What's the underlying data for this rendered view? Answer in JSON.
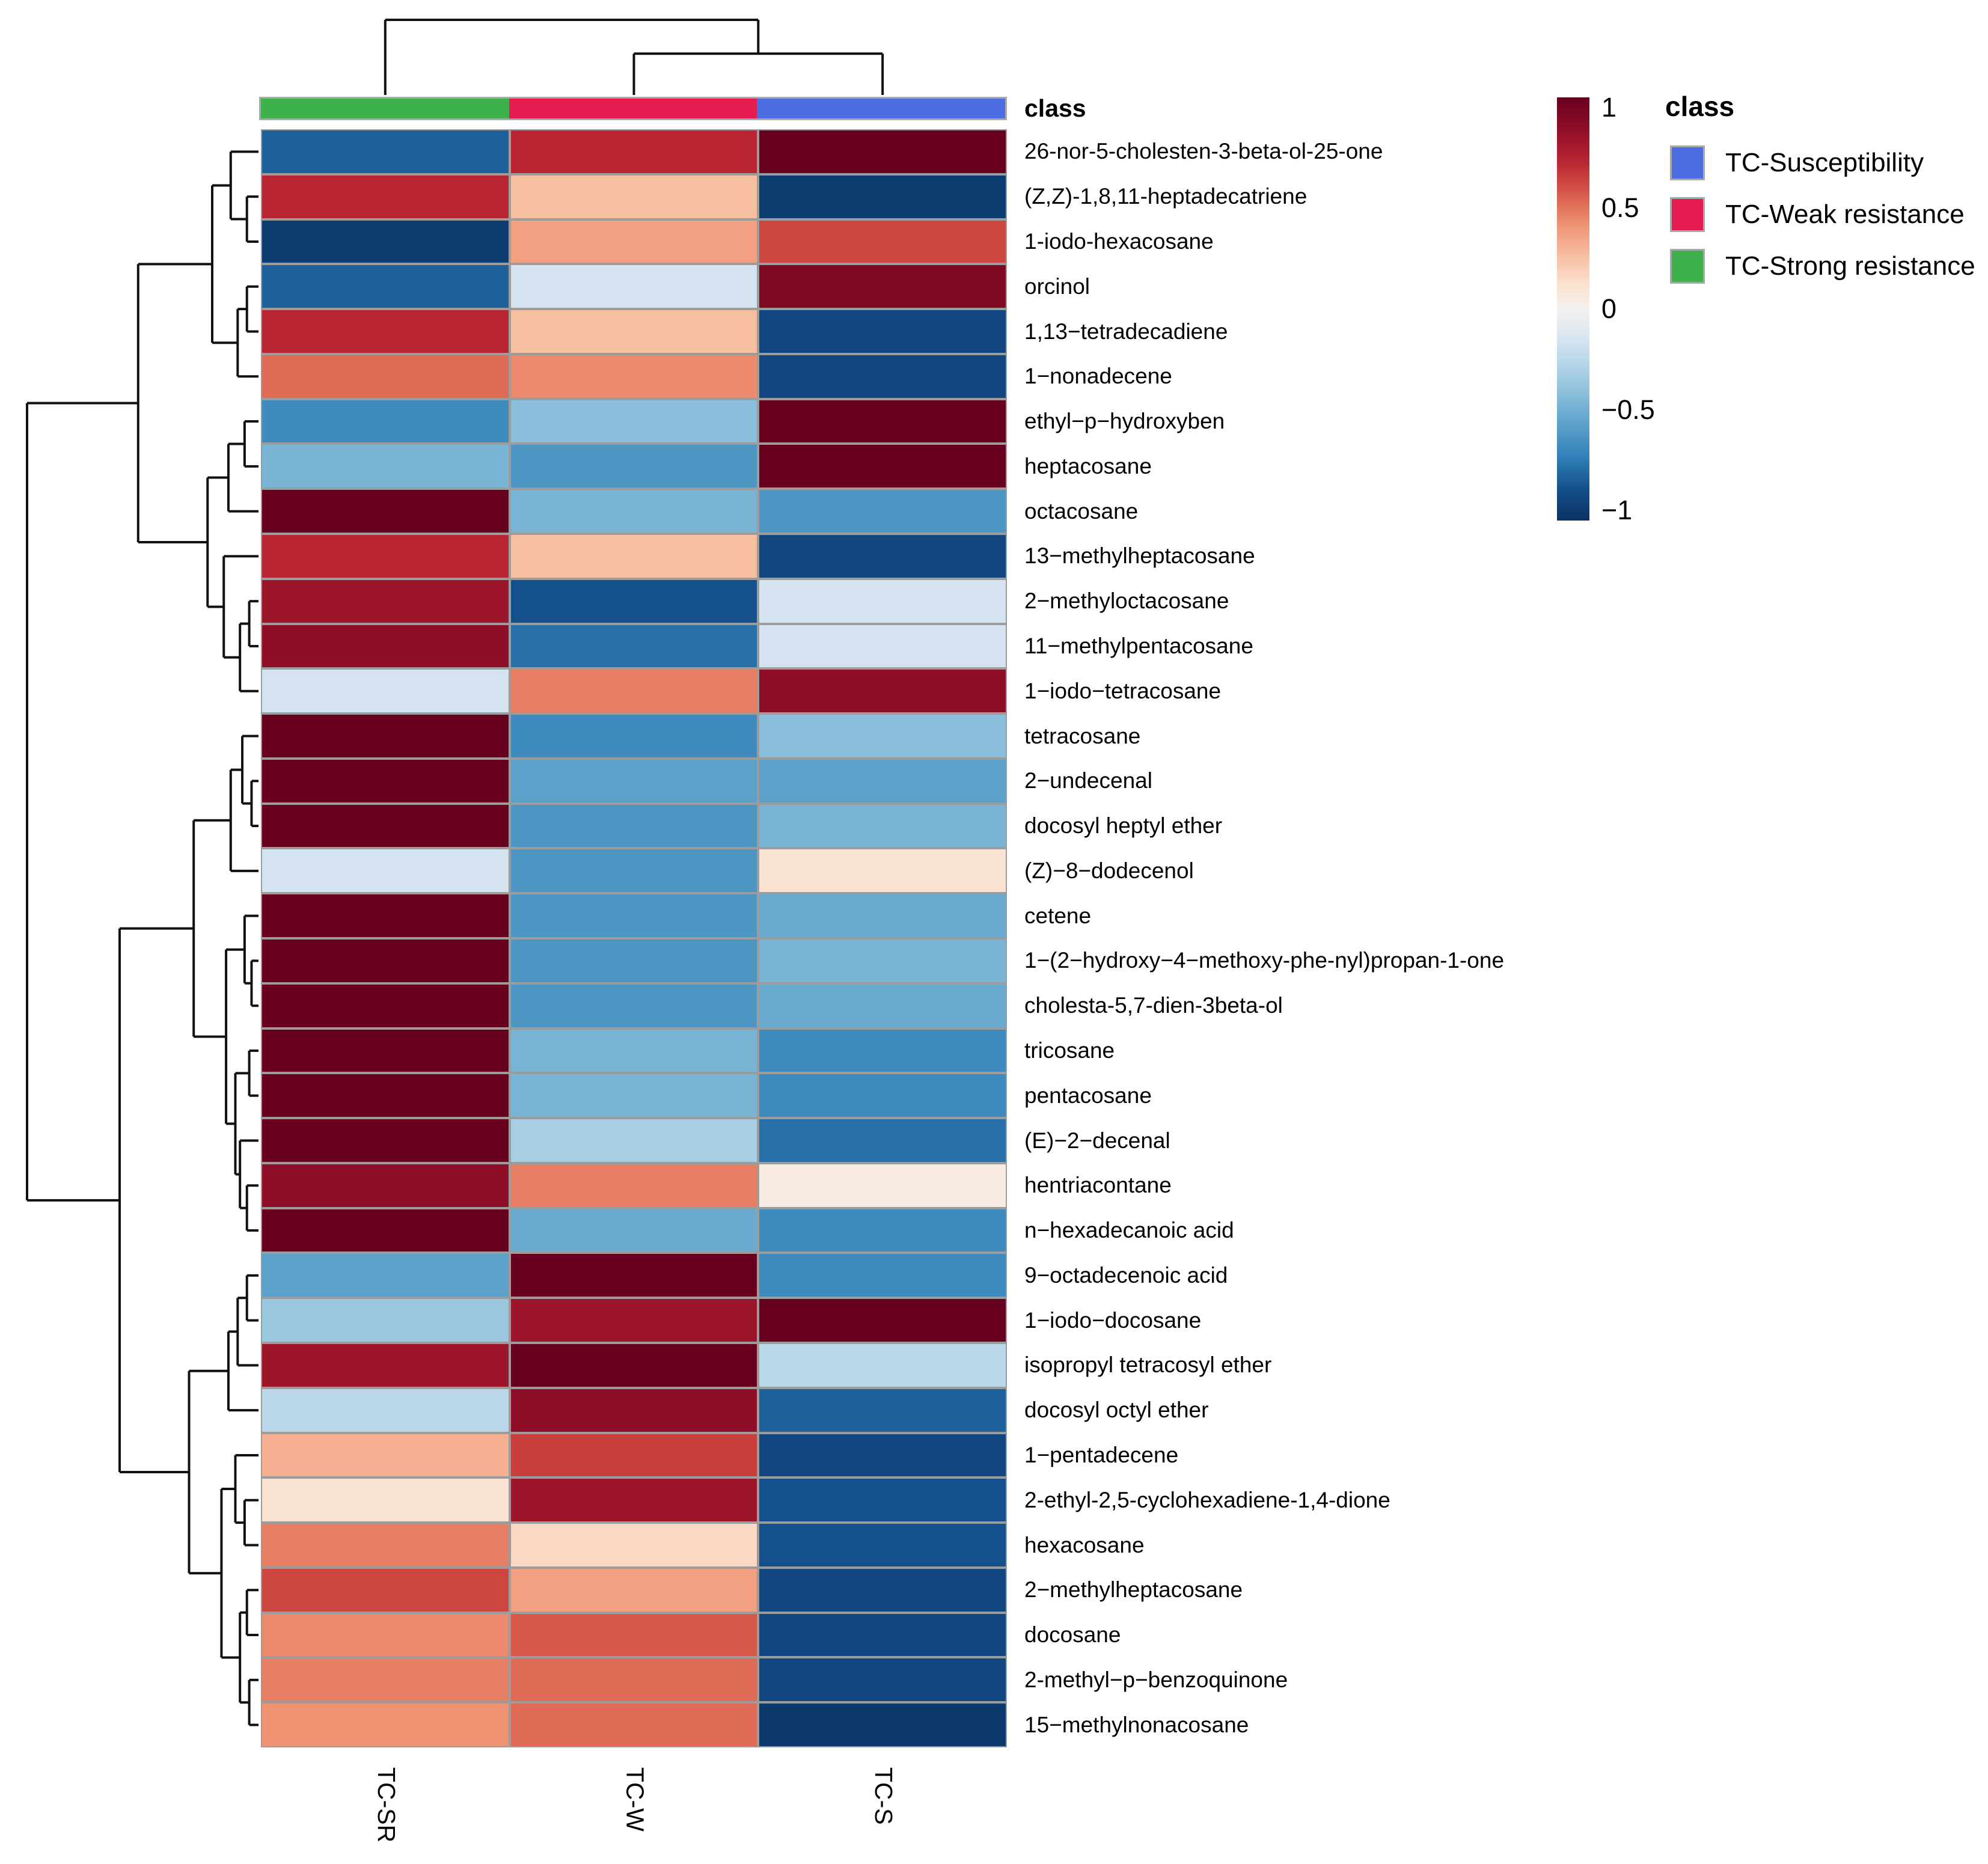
{
  "figure": {
    "kind": "clustered heatmap (pheatmap style)",
    "annotation_title": "class",
    "legend_class_title": "class"
  },
  "chart_data": {
    "type": "heatmap",
    "columns": [
      "TC-SR",
      "TC-W",
      "TC-S"
    ],
    "rows": [
      "26-nor-5-cholesten-3-beta-ol-25-one",
      "(Z,Z)-1,8,11-heptadecatriene",
      "1-iodo-hexacosane",
      "orcinol",
      "1,13−tetradecadiene",
      "1−nonadecene",
      "ethyl−p−hydroxyben",
      "heptacosane",
      "octacosane",
      "13−methylheptacosane",
      "2−methyloctacosane",
      "11−methylpentacosane",
      "1−iodo−tetracosane",
      "tetracosane",
      "2−undecenal",
      "docosyl heptyl ether",
      "(Z)−8−dodecenol",
      "cetene",
      "1−(2−hydroxy−4−methoxy-phe-nyl)propan-1-one",
      "cholesta-5,7-dien-3beta-ol",
      "tricosane",
      "pentacosane",
      "(E)−2−decenal",
      "hentriacontane",
      "n−hexadecanoic acid",
      "9−octadecenoic acid",
      "1−iodo−docosane",
      "isopropyl tetracosyl ether",
      "docosyl octyl ether",
      "1−pentadecene",
      "2-ethyl-2,5-cyclohexadiene-1,4-dione",
      "hexacosane",
      "2−methylheptacosane",
      "docosane",
      "2-methyl−p−benzoquinone",
      "15−methylnonacosane"
    ],
    "values": [
      [
        -0.8,
        0.7,
        1.0
      ],
      [
        0.7,
        0.25,
        -0.95
      ],
      [
        -0.95,
        0.35,
        0.6
      ],
      [
        -0.8,
        -0.15,
        0.9
      ],
      [
        0.7,
        0.25,
        -0.9
      ],
      [
        0.5,
        0.42,
        -0.9
      ],
      [
        -0.65,
        -0.4,
        1.0
      ],
      [
        -0.45,
        -0.6,
        1.0
      ],
      [
        1.0,
        -0.45,
        -0.6
      ],
      [
        0.7,
        0.25,
        -0.9
      ],
      [
        0.8,
        -0.85,
        -0.15
      ],
      [
        0.85,
        -0.75,
        -0.15
      ],
      [
        -0.15,
        0.45,
        0.85
      ],
      [
        1.0,
        -0.65,
        -0.4
      ],
      [
        1.0,
        -0.55,
        -0.55
      ],
      [
        1.0,
        -0.6,
        -0.45
      ],
      [
        -0.15,
        -0.6,
        0.1
      ],
      [
        1.0,
        -0.6,
        -0.5
      ],
      [
        1.0,
        -0.6,
        -0.45
      ],
      [
        1.0,
        -0.6,
        -0.5
      ],
      [
        1.0,
        -0.45,
        -0.65
      ],
      [
        1.0,
        -0.45,
        -0.65
      ],
      [
        1.0,
        -0.3,
        -0.75
      ],
      [
        0.85,
        0.45,
        0.05
      ],
      [
        1.0,
        -0.5,
        -0.65
      ],
      [
        -0.55,
        1.0,
        -0.65
      ],
      [
        -0.35,
        0.8,
        1.0
      ],
      [
        0.8,
        1.0,
        -0.25
      ],
      [
        -0.25,
        0.85,
        -0.8
      ],
      [
        0.3,
        0.62,
        -0.9
      ],
      [
        0.1,
        0.8,
        -0.85
      ],
      [
        0.45,
        0.15,
        -0.85
      ],
      [
        0.6,
        0.35,
        -0.9
      ],
      [
        0.42,
        0.55,
        -0.9
      ],
      [
        0.45,
        0.5,
        -0.9
      ],
      [
        0.4,
        0.5,
        -0.97
      ]
    ],
    "value_range": [
      -1,
      1
    ],
    "colormap_stops": [
      [
        1.0,
        "#67001f"
      ],
      [
        0.85,
        "#8f0e27"
      ],
      [
        0.7,
        "#b82431"
      ],
      [
        0.55,
        "#d55848"
      ],
      [
        0.4,
        "#ee9272"
      ],
      [
        0.25,
        "#f7bfa1"
      ],
      [
        0.12,
        "#fbe0cd"
      ],
      [
        0.0,
        "#f5f1ee"
      ],
      [
        -0.12,
        "#dce7f1"
      ],
      [
        -0.25,
        "#b9d7e9"
      ],
      [
        -0.4,
        "#8abedb"
      ],
      [
        -0.55,
        "#5ba1ca"
      ],
      [
        -0.7,
        "#3180b9"
      ],
      [
        -0.85,
        "#14508c"
      ],
      [
        -1.0,
        "#0a3264"
      ]
    ],
    "column_classes": [
      {
        "column": "TC-SR",
        "class": "TC-Strong resistance",
        "color": "#3cb14c"
      },
      {
        "column": "TC-W",
        "class": "TC-Weak resistance",
        "color": "#e61c51"
      },
      {
        "column": "TC-S",
        "class": "TC-Susceptibility",
        "color": "#4d6de3"
      }
    ],
    "colorbar_ticks": [
      "1",
      "0.5",
      "0",
      "−0.5",
      "−1"
    ],
    "colorbar_tick_values": [
      1,
      0.5,
      0,
      -0.5,
      -1
    ],
    "legend_position": "right",
    "row_dendrogram": {
      "d": 1.0,
      "children": [
        {
          "d": 0.52,
          "children": [
            {
              "d": 0.2,
              "children": [
                {
                  "d": 0.12,
                  "children": [
                    {
                      "leaf": 0
                    },
                    {
                      "d": 0.05,
                      "children": [
                        {
                          "leaf": 1
                        },
                        {
                          "leaf": 2
                        }
                      ]
                    }
                  ]
                },
                {
                  "d": 0.09,
                  "children": [
                    {
                      "d": 0.05,
                      "children": [
                        {
                          "leaf": 3
                        },
                        {
                          "leaf": 4
                        }
                      ]
                    },
                    {
                      "leaf": 5
                    }
                  ]
                }
              ]
            },
            {
              "d": 0.22,
              "children": [
                {
                  "d": 0.13,
                  "children": [
                    {
                      "d": 0.06,
                      "children": [
                        {
                          "leaf": 6
                        },
                        {
                          "leaf": 7
                        }
                      ]
                    },
                    {
                      "leaf": 8
                    }
                  ]
                },
                {
                  "d": 0.15,
                  "children": [
                    {
                      "leaf": 9
                    },
                    {
                      "d": 0.08,
                      "children": [
                        {
                          "d": 0.04,
                          "children": [
                            {
                              "leaf": 10
                            },
                            {
                              "leaf": 11
                            }
                          ]
                        },
                        {
                          "leaf": 12
                        }
                      ]
                    }
                  ]
                }
              ]
            }
          ]
        },
        {
          "d": 0.6,
          "children": [
            {
              "d": 0.28,
              "children": [
                {
                  "d": 0.12,
                  "children": [
                    {
                      "d": 0.07,
                      "children": [
                        {
                          "leaf": 13
                        },
                        {
                          "d": 0.03,
                          "children": [
                            {
                              "leaf": 14
                            },
                            {
                              "leaf": 15
                            }
                          ]
                        }
                      ]
                    },
                    {
                      "leaf": 16
                    }
                  ]
                },
                {
                  "d": 0.14,
                  "children": [
                    {
                      "d": 0.06,
                      "children": [
                        {
                          "leaf": 17
                        },
                        {
                          "d": 0.03,
                          "children": [
                            {
                              "leaf": 18
                            },
                            {
                              "leaf": 19
                            }
                          ]
                        }
                      ]
                    },
                    {
                      "d": 0.1,
                      "children": [
                        {
                          "d": 0.04,
                          "children": [
                            {
                              "leaf": 20
                            },
                            {
                              "leaf": 21
                            }
                          ]
                        },
                        {
                          "d": 0.08,
                          "children": [
                            {
                              "leaf": 22
                            },
                            {
                              "d": 0.05,
                              "children": [
                                {
                                  "leaf": 23
                                },
                                {
                                  "leaf": 24
                                }
                              ]
                            }
                          ]
                        }
                      ]
                    }
                  ]
                }
              ]
            },
            {
              "d": 0.3,
              "children": [
                {
                  "d": 0.13,
                  "children": [
                    {
                      "d": 0.09,
                      "children": [
                        {
                          "d": 0.05,
                          "children": [
                            {
                              "leaf": 25
                            },
                            {
                              "leaf": 26
                            }
                          ]
                        },
                        {
                          "leaf": 27
                        }
                      ]
                    },
                    {
                      "leaf": 28
                    }
                  ]
                },
                {
                  "d": 0.16,
                  "children": [
                    {
                      "d": 0.1,
                      "children": [
                        {
                          "leaf": 29
                        },
                        {
                          "d": 0.06,
                          "children": [
                            {
                              "leaf": 30
                            },
                            {
                              "leaf": 31
                            }
                          ]
                        }
                      ]
                    },
                    {
                      "d": 0.08,
                      "children": [
                        {
                          "d": 0.05,
                          "children": [
                            {
                              "leaf": 32
                            },
                            {
                              "leaf": 33
                            }
                          ]
                        },
                        {
                          "d": 0.04,
                          "children": [
                            {
                              "leaf": 34
                            },
                            {
                              "leaf": 35
                            }
                          ]
                        }
                      ]
                    }
                  ]
                }
              ]
            }
          ]
        }
      ]
    },
    "column_dendrogram": {
      "d": 1.0,
      "children": [
        {
          "leaf": 0
        },
        {
          "d": 0.55,
          "children": [
            {
              "leaf": 1
            },
            {
              "leaf": 2
            }
          ]
        }
      ]
    }
  },
  "legend": {
    "class_title": "class",
    "items": [
      {
        "label": "TC-Susceptibility",
        "color": "#4d6de3"
      },
      {
        "label": "TC-Weak resistance",
        "color": "#e61c51"
      },
      {
        "label": "TC-Strong resistance",
        "color": "#3cb14c"
      }
    ]
  }
}
